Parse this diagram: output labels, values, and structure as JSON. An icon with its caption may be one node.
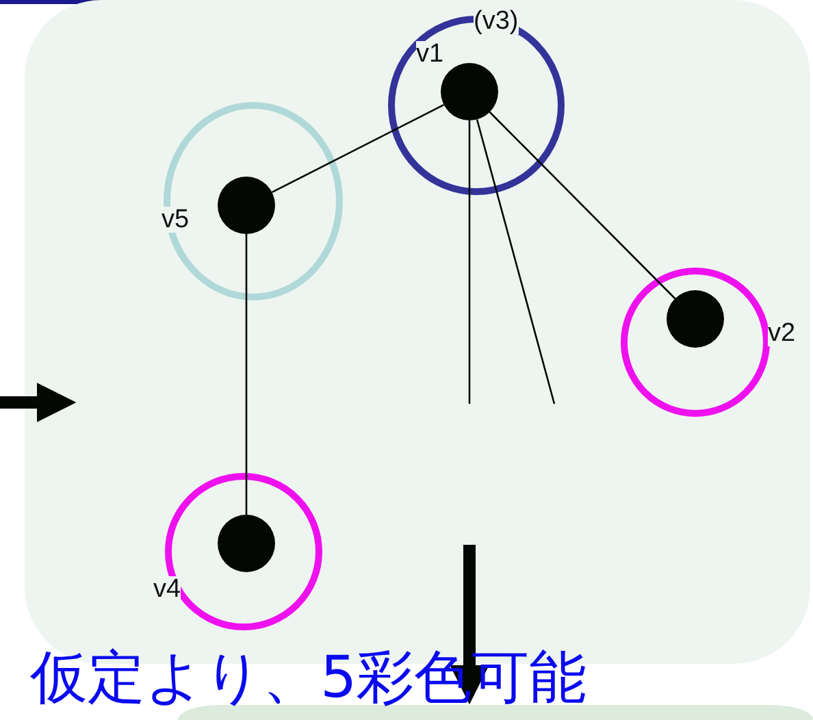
{
  "diagram": {
    "nodes": [
      {
        "text": [],
        "shape": "box"
      },
      {
        "text": [],
        "shape": "circle",
        "beside": [
          "v1",
          "(v3)"
        ],
        "in": 0
      },
      {
        "text": [],
        "shape": "circle",
        "beside": [
          "v5"
        ],
        "in": 0
      },
      {
        "text": [],
        "shape": "circle",
        "beside": [
          "v2"
        ],
        "in": 0
      },
      {
        "text": [],
        "shape": "circle",
        "beside": [
          "v4"
        ],
        "in": 0
      },
      {
        "text": [],
        "shape": "box"
      }
    ],
    "edges": [
      {
        "from": 1,
        "to": 2,
        "arrow": "none"
      },
      {
        "from": 1,
        "to": 3,
        "arrow": "none"
      },
      {
        "from": 2,
        "to": 4,
        "arrow": "none"
      },
      {
        "from": 1,
        "to": null,
        "arrow": "none"
      },
      {
        "from": 1,
        "to": null,
        "arrow": "none"
      },
      {
        "from": null,
        "to": 0,
        "arrow": "to",
        "style": "thick"
      },
      {
        "from": null,
        "to": 5,
        "arrow": "to",
        "style": "thick"
      }
    ],
    "labels": [
      "仮定より、5彩色可能"
    ]
  }
}
